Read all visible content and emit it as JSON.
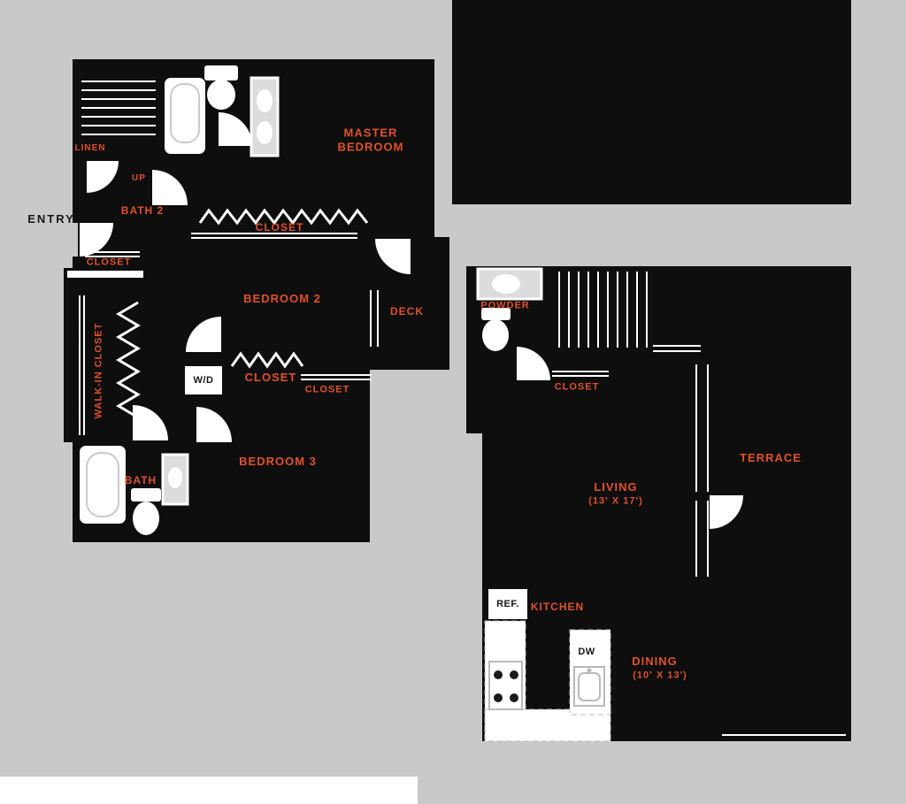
{
  "colors": {
    "background": "#c9c9c9",
    "floor_fill": "#0e0e0e",
    "label_orange": "#e0512b",
    "fixture_white": "#ffffff"
  },
  "upper_floor": {
    "entry_label": "ENTRY",
    "stairs_label": "UP",
    "linen_label": "LINEN",
    "master_bedroom_line1": "MASTER",
    "master_bedroom_line2": "BEDROOM",
    "bath2_label": "BATH 2",
    "hall_closet_label": "CLOSET",
    "entry_closet_label": "CLOSET",
    "bedroom2_label": "BEDROOM 2",
    "deck_label": "DECK",
    "walk_in_closet_label": "WALK-IN CLOSET",
    "washer_dryer_label": "W/D",
    "bedroom2_closet_label": "CLOSET",
    "bedroom3_closet_label": "CLOSET",
    "bedroom3_label": "BEDROOM 3",
    "bath_label": "BATH"
  },
  "lower_floor": {
    "powder_label": "POWDER",
    "stair_closet_label": "CLOSET",
    "terrace_label": "TERRACE",
    "living_label": "LIVING",
    "living_dimensions": "(13' X 17')",
    "kitchen_label": "KITCHEN",
    "refrigerator_label": "REF.",
    "dishwasher_label": "DW",
    "dining_label": "DINING",
    "dining_dimensions": "(10' X 13')"
  }
}
